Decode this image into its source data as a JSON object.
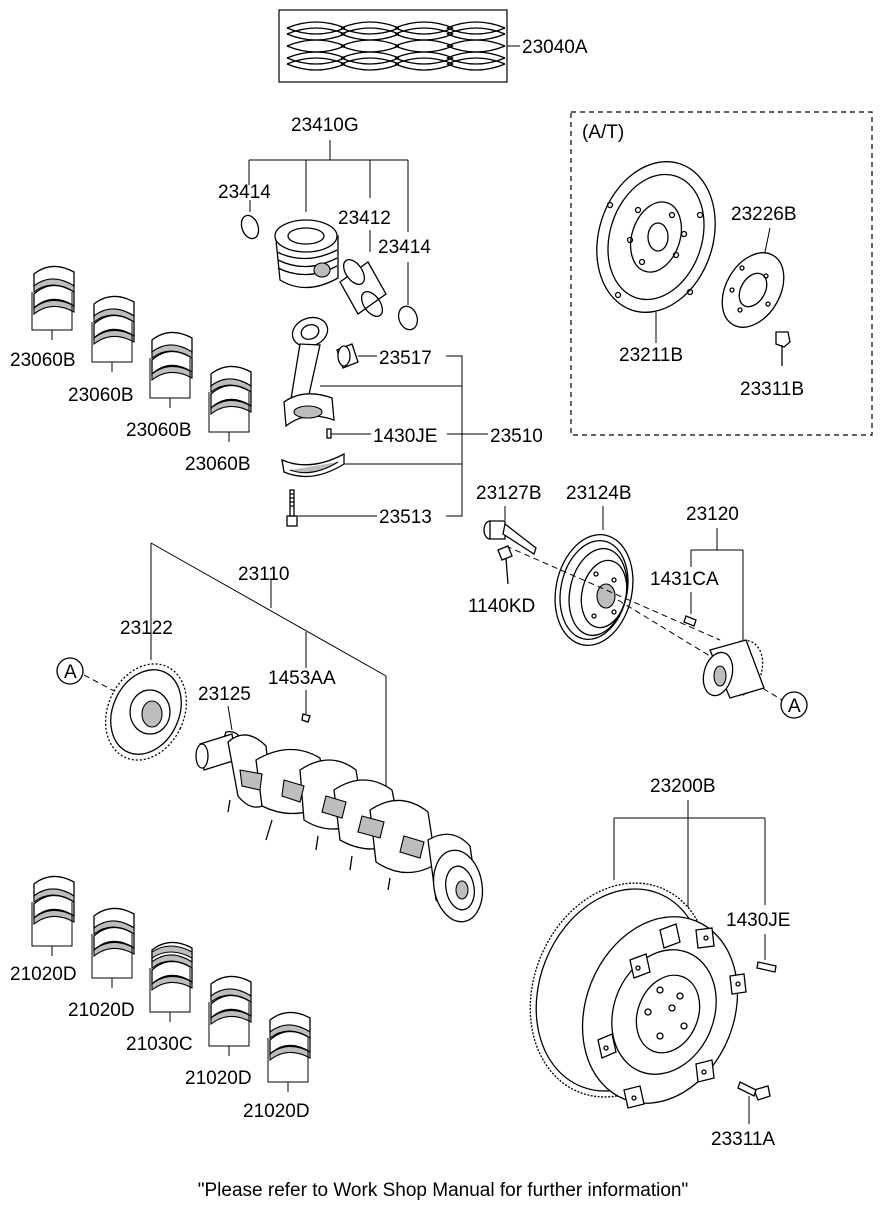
{
  "section_title": "(A/T)",
  "footer_note": "\"Please refer to Work Shop Manual for further information\"",
  "reference_marks": [
    "A",
    "A"
  ],
  "part_numbers": {
    "piston_ring_set": "23040A",
    "piston_assy": "23410G",
    "snap_ring_left": "23414",
    "piston_pin": "23412",
    "snap_ring_right": "23414",
    "drive_plate": "23211B",
    "adapter_plate": "23226B",
    "drive_plate_bolt": "23311B",
    "upper_bearing_1": "23060B",
    "upper_bearing_2": "23060B",
    "upper_bearing_3": "23060B",
    "upper_bearing_4": "23060B",
    "conrod_bushing": "23517",
    "conrod_pin": "1430JE",
    "conrod_assy": "23510",
    "conrod_bolt": "23513",
    "crankshaft_assy": "23110",
    "crank_sprocket": "23122",
    "woodruff_key_1": "23125",
    "woodruff_key_2": "1453AA",
    "pulley_bolt": "23127B",
    "damper_pulley": "23124B",
    "pulley_assy": "23120",
    "woodruff_key_3": "1431CA",
    "pulley_small_bolt": "1140KD",
    "flywheel_assy": "23200B",
    "flywheel_pin": "1430JE",
    "flywheel_bolt": "23311A",
    "lower_bearing_1": "21020D",
    "lower_bearing_2": "21020D",
    "thrust_bearing": "21030C",
    "lower_bearing_3": "21020D",
    "lower_bearing_4": "21020D"
  }
}
